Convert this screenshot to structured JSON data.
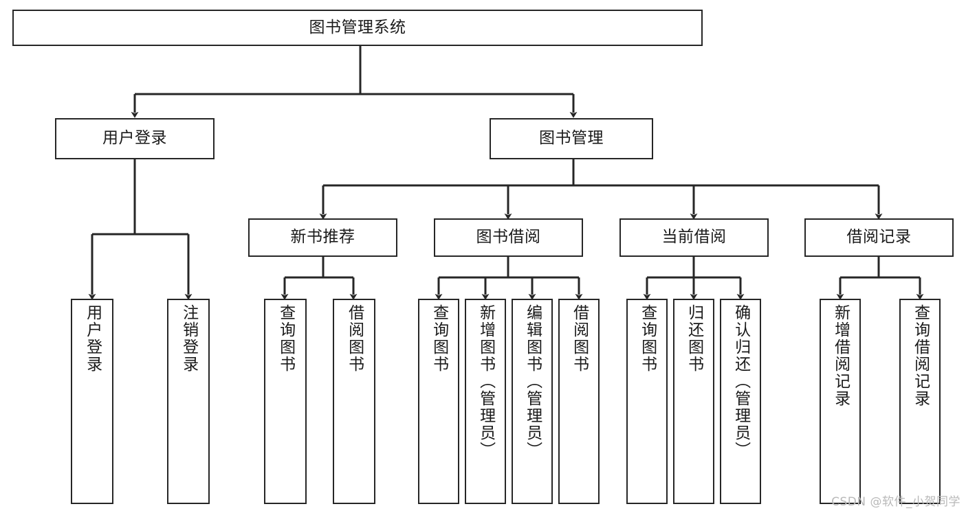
{
  "diagram": {
    "title": "图书管理系统",
    "type": "tree",
    "watermark": "CSDN @软件_小贺同学",
    "colors": {
      "border": "#262626",
      "background": "#ffffff",
      "text": "#1a1a1a",
      "watermark": "#b9b9b9"
    },
    "nodes": {
      "root": {
        "label": "图书管理系统",
        "orientation": "horizontal"
      },
      "level1": [
        {
          "id": "user-login",
          "label": "用户登录",
          "orientation": "horizontal"
        },
        {
          "id": "book-manage",
          "label": "图书管理",
          "orientation": "horizontal"
        }
      ],
      "level2": [
        {
          "id": "new-book-recommend",
          "label": "新书推荐",
          "orientation": "horizontal"
        },
        {
          "id": "book-borrow",
          "label": "图书借阅",
          "orientation": "horizontal"
        },
        {
          "id": "current-borrow",
          "label": "当前借阅",
          "orientation": "horizontal"
        },
        {
          "id": "borrow-record",
          "label": "借阅记录",
          "orientation": "horizontal"
        }
      ],
      "leaves": [
        {
          "id": "leaf-user-login",
          "label": "用户登录",
          "parent": "user-login",
          "orientation": "vertical"
        },
        {
          "id": "leaf-user-logout",
          "label": "注销登录",
          "parent": "user-login",
          "orientation": "vertical"
        },
        {
          "id": "leaf-query-book-1",
          "label": "查询图书",
          "parent": "new-book-recommend",
          "orientation": "vertical"
        },
        {
          "id": "leaf-borrow-book-1",
          "label": "借阅图书",
          "parent": "new-book-recommend",
          "orientation": "vertical"
        },
        {
          "id": "leaf-query-book-2",
          "label": "查询图书",
          "parent": "book-borrow",
          "orientation": "vertical"
        },
        {
          "id": "leaf-add-book",
          "label": "新增图书（管理员）",
          "parent": "book-borrow",
          "orientation": "vertical"
        },
        {
          "id": "leaf-edit-book",
          "label": "编辑图书（管理员）",
          "parent": "book-borrow",
          "orientation": "vertical"
        },
        {
          "id": "leaf-borrow-book-2",
          "label": "借阅图书",
          "parent": "book-borrow",
          "orientation": "vertical"
        },
        {
          "id": "leaf-query-book-3",
          "label": "查询图书",
          "parent": "current-borrow",
          "orientation": "vertical"
        },
        {
          "id": "leaf-return-book",
          "label": "归还图书",
          "parent": "current-borrow",
          "orientation": "vertical"
        },
        {
          "id": "leaf-confirm-return",
          "label": "确认归还（管理员）",
          "parent": "current-borrow",
          "orientation": "vertical"
        },
        {
          "id": "leaf-add-record",
          "label": "新增借阅记录",
          "parent": "borrow-record",
          "orientation": "vertical"
        },
        {
          "id": "leaf-query-record",
          "label": "查询借阅记录",
          "parent": "borrow-record",
          "orientation": "vertical"
        }
      ]
    }
  }
}
